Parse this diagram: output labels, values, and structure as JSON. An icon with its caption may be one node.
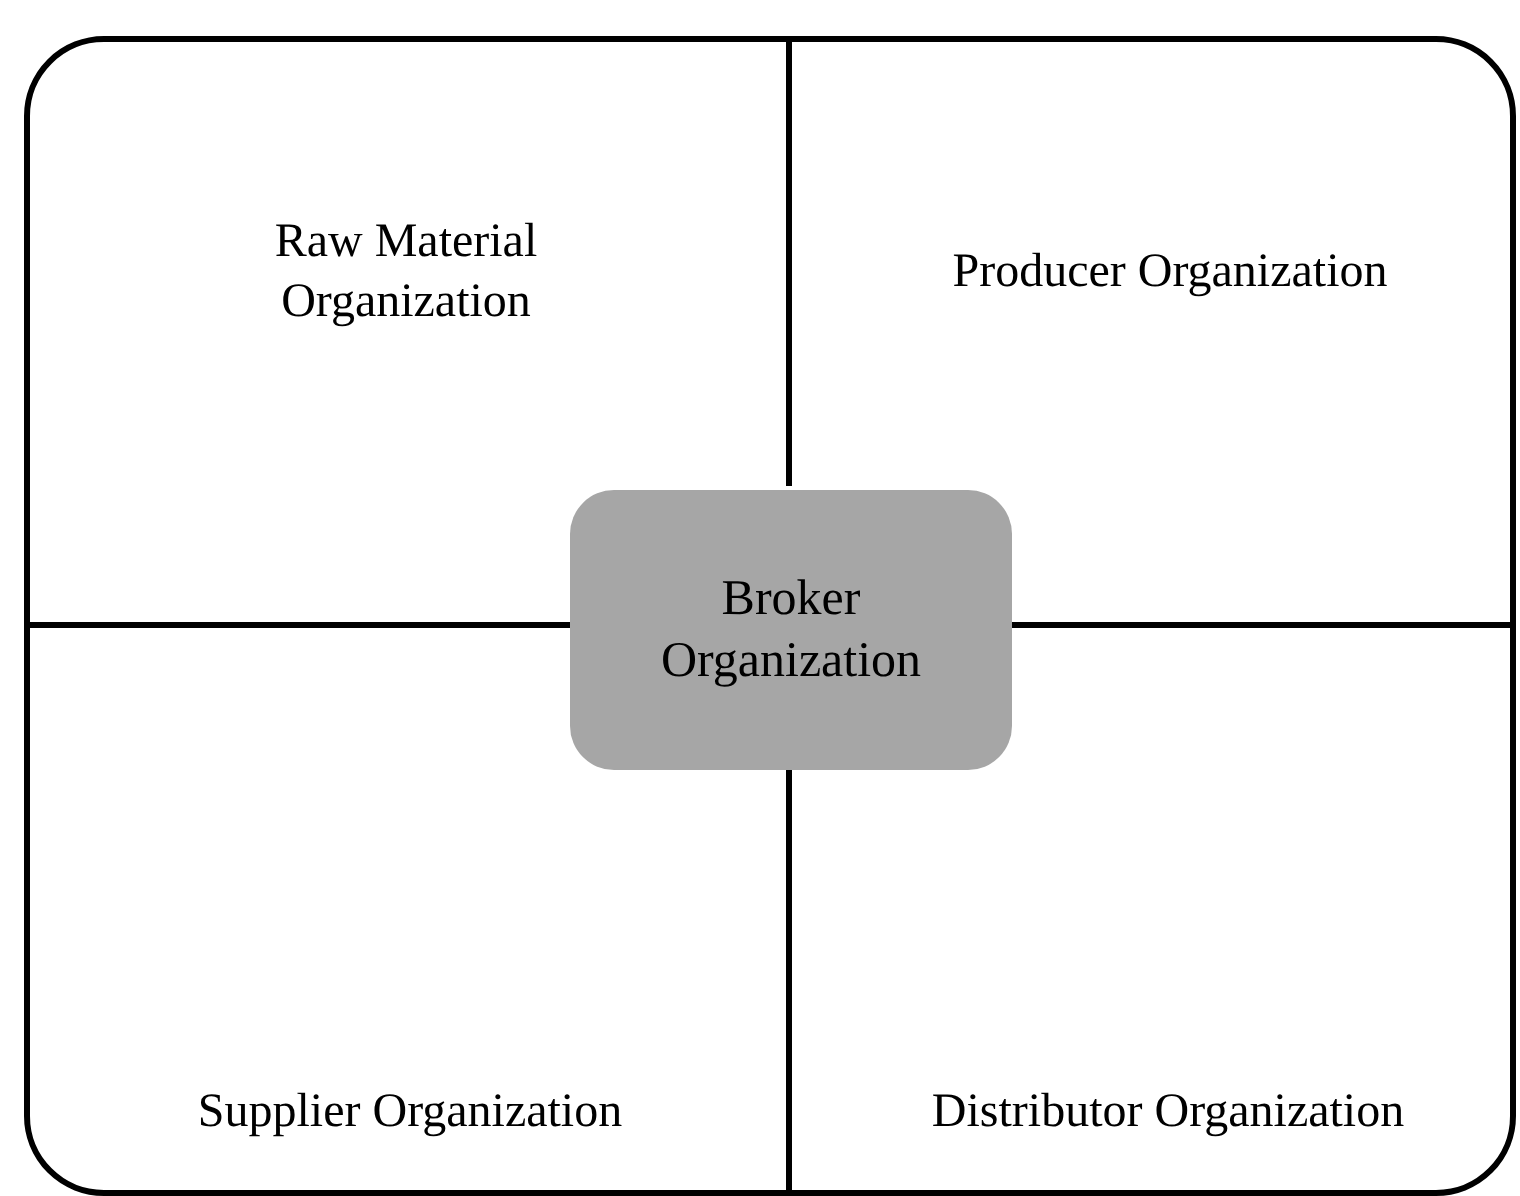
{
  "diagram": {
    "nodes": [
      {
        "text": [],
        "shape": "box"
      },
      {
        "text": [
          "Raw Material Organization"
        ],
        "in": 0
      },
      {
        "text": [
          "Producer Organization"
        ],
        "in": 0
      },
      {
        "text": [
          "Supplier Organization"
        ],
        "in": 0
      },
      {
        "text": [
          "Distributor Organization"
        ],
        "in": 0
      },
      {
        "text": [
          "Broker Organization"
        ],
        "in": 0
      }
    ]
  }
}
